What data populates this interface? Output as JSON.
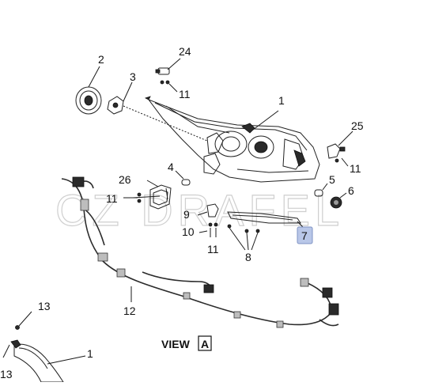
{
  "callouts": {
    "c1a": "1",
    "c2": "2",
    "c3": "3",
    "c24": "24",
    "c11a": "11",
    "c25": "25",
    "c11b": "11",
    "c4": "4",
    "c5": "5",
    "c6": "6",
    "c26": "26",
    "c11c": "11",
    "c9": "9",
    "c10": "10",
    "c11d": "11",
    "c8": "8",
    "c7": "7",
    "c12": "12",
    "c13a": "13",
    "c13b": "13",
    "c1b": "1"
  },
  "view_label": "VIEW",
  "view_letter": "A",
  "watermark": "CZ DRAFEL",
  "colors": {
    "highlight_fill": "#b9c7e8",
    "highlight_stroke": "#7f93c4"
  }
}
